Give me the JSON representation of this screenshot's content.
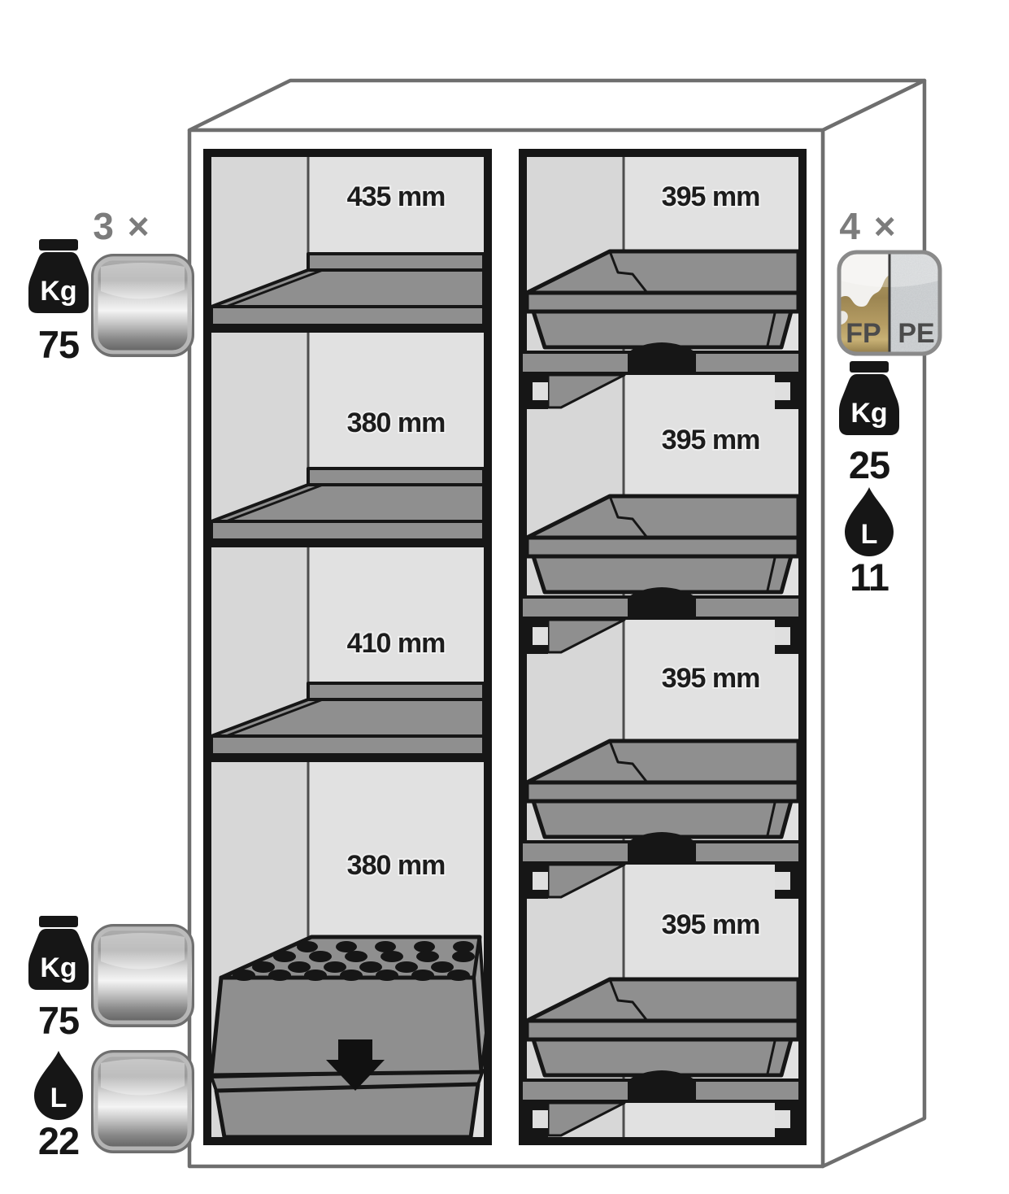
{
  "diagram_title": "safety-cabinet-interior-equipment-diagram",
  "left_column": {
    "sections": [
      {
        "label": "435 mm"
      },
      {
        "label": "380 mm"
      },
      {
        "label": "410 mm"
      },
      {
        "label": "380 mm"
      }
    ]
  },
  "right_column": {
    "sections": [
      {
        "label": "395 mm"
      },
      {
        "label": "395 mm"
      },
      {
        "label": "395 mm"
      },
      {
        "label": "395 mm"
      }
    ]
  },
  "annotations": {
    "top_left": {
      "multiplier": "3 ×",
      "weight_unit": "Kg",
      "weight_value": "75"
    },
    "bottom_left": {
      "weight_unit": "Kg",
      "weight_value": "75",
      "volume_unit": "L",
      "volume_value": "22"
    },
    "right": {
      "multiplier": "4 ×",
      "material_left": "FP",
      "material_right": "PE",
      "weight_unit": "Kg",
      "weight_value": "25",
      "volume_unit": "L",
      "volume_value": "11"
    }
  },
  "colors": {
    "wall_back": "#e1e1e1",
    "wall_side": "#d7d7d7",
    "steel_part_gray": "#8f8f8f",
    "frame_black": "#161616",
    "cabinet_outline": "#6e6e6e",
    "multiplier_gray": "#7c7c7c",
    "fp_gold": "#9c8652",
    "pe_silver": "#d3d6d8"
  }
}
